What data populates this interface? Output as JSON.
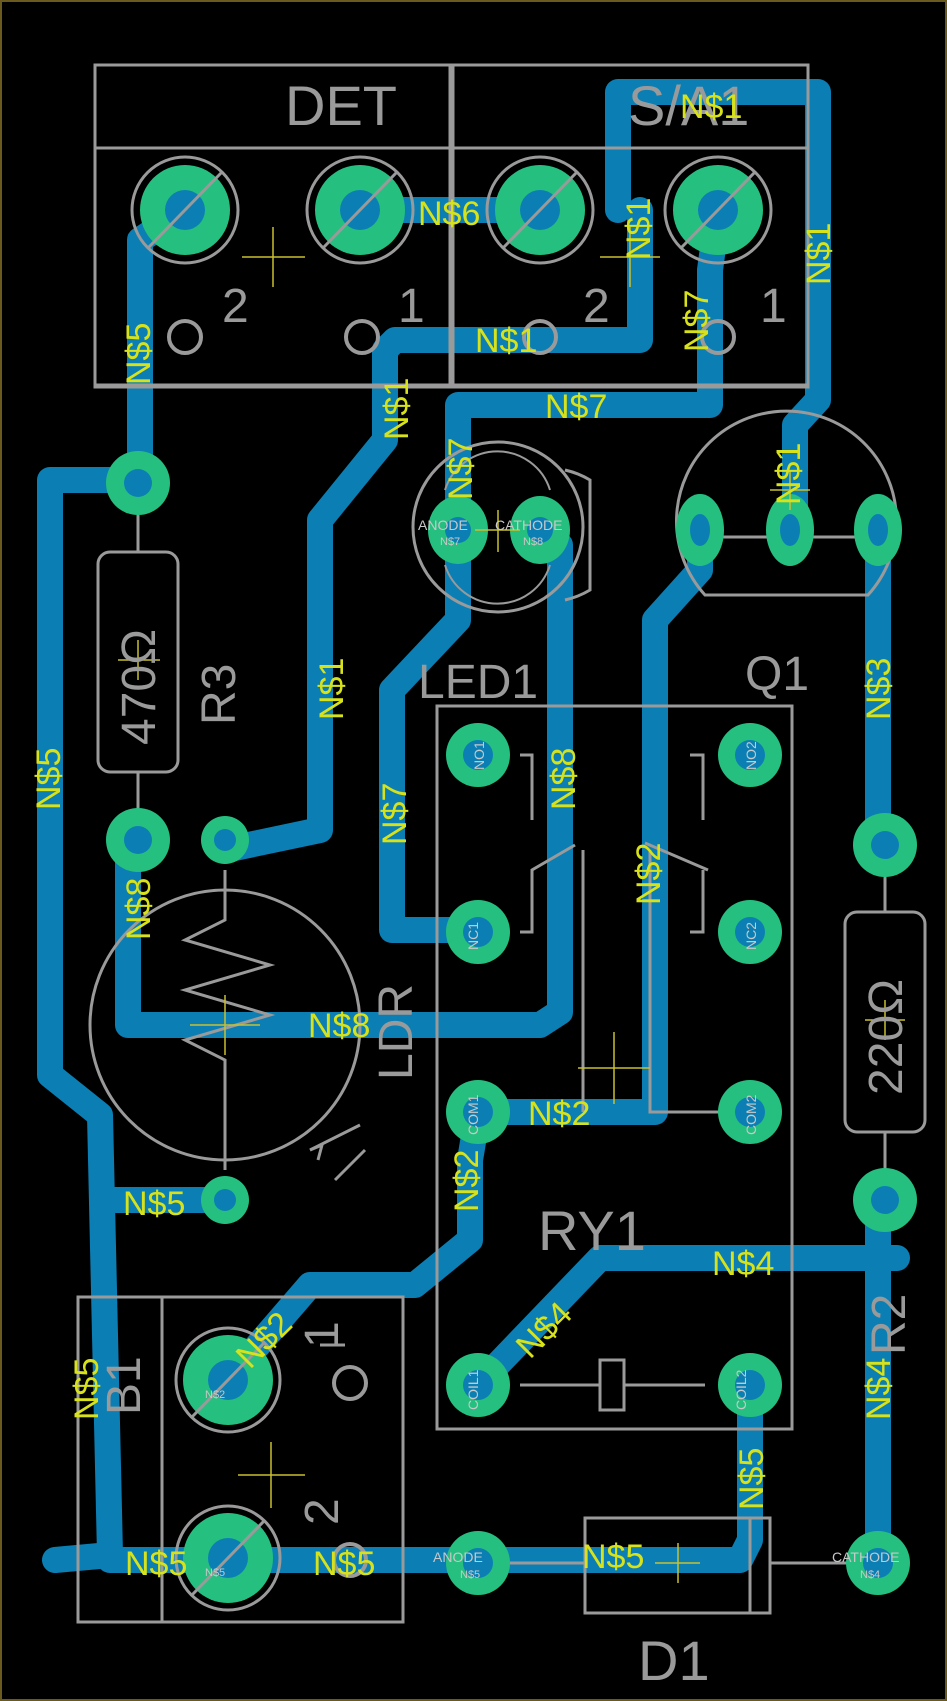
{
  "components": {
    "det": "DET",
    "sa1": "S/A1",
    "led1": "LED1",
    "q1": "Q1",
    "r3": "R3",
    "r3_value": "470Ω",
    "r2": "R2",
    "r2_value": "220Ω",
    "ldr": "LDR",
    "ry1": "RY1",
    "b1": "B1",
    "d1": "D1"
  },
  "terminal_numbers": {
    "one": "1",
    "two": "2"
  },
  "pad_labels": {
    "anode": "ANODE",
    "cathode": "CATHODE",
    "no1": "NO1",
    "no2": "NO2",
    "nc1": "NC1",
    "nc2": "NC2",
    "com1": "COM1",
    "com2": "COM2",
    "coil1": "COIL1",
    "coil2": "COIL2"
  },
  "nets": {
    "n1": "N$1",
    "n2": "N$2",
    "n3": "N$3",
    "n4": "N$4",
    "n5": "N$5",
    "n6": "N$6",
    "n7": "N$7",
    "n8": "N$8"
  },
  "colors": {
    "background": "#000000",
    "copper_trace": "#0b7fb4",
    "pad": "#25c07f",
    "silkscreen": "#9a9a9a",
    "net_label": "#d8e21a"
  }
}
